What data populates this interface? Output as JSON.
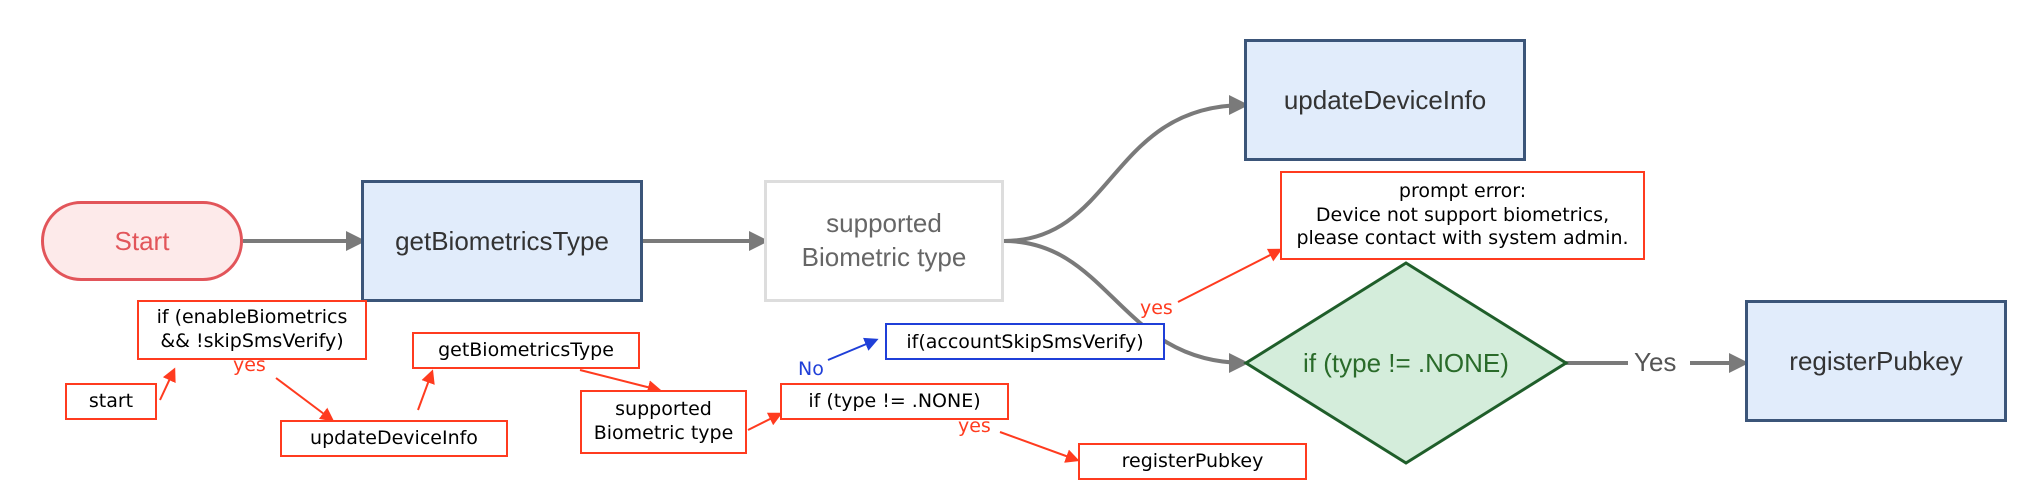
{
  "main_flow": {
    "start": "Start",
    "get_biometrics_type": "getBiometricsType",
    "supported_biometric_type": "supported\nBiometric type",
    "update_device_info": "updateDeviceInfo",
    "type_check": "if (type != .NONE)",
    "register_pubkey": "registerPubkey",
    "yes_label": "Yes"
  },
  "annotations": {
    "enable_biometrics_check": "if (enableBiometrics\n&& !skipSmsVerify)",
    "start": "start",
    "update_device_info": "updateDeviceInfo",
    "get_biometrics_type": "getBiometricsType",
    "supported_biometric_type": "supported\nBiometric type",
    "type_check": "if (type != .NONE)",
    "account_skip_sms_verify": "if(accountSkipSmsVerify)",
    "register_pubkey": "registerPubkey",
    "prompt_error": "prompt error:\nDevice not support biometrics,\nplease contact with system admin.",
    "yes_1": "yes",
    "yes_2": "yes",
    "yes_3": "yes",
    "no": "No"
  },
  "colors": {
    "main_fill": "#e1ecfb",
    "main_stroke": "#3b5579",
    "start_fill": "#fdeaea",
    "start_stroke": "#e2555a",
    "decision_fill": "#d4eddb",
    "decision_stroke": "#1f5e2a",
    "annotation_red": "#ff3b1f",
    "annotation_blue": "#1f3fd8",
    "connector_grey": "#7a7a7a"
  }
}
